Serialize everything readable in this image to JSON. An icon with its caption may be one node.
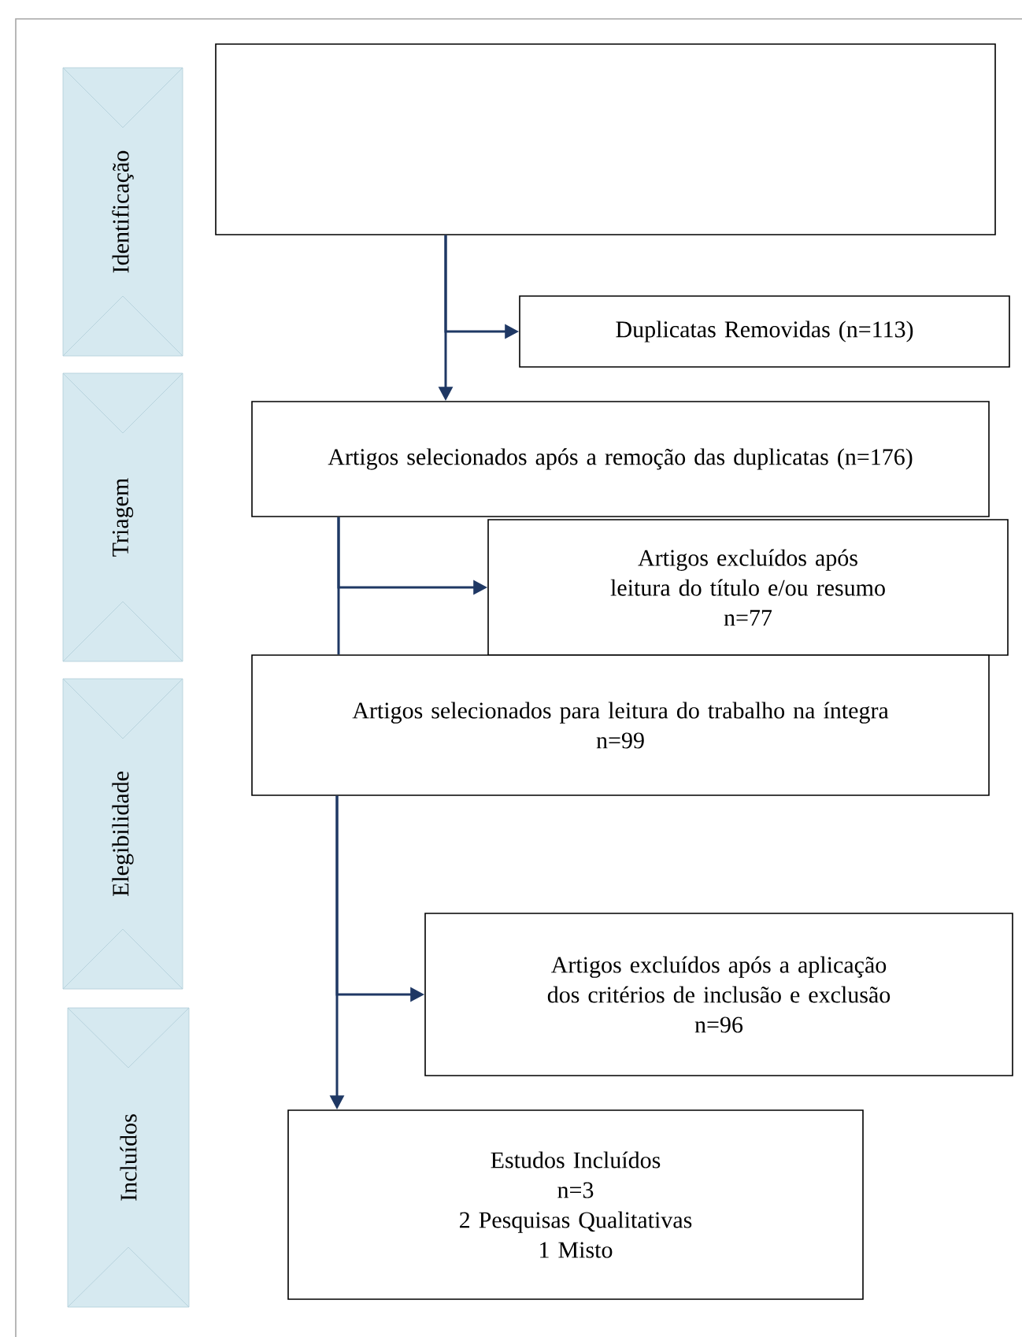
{
  "diagram": {
    "nodes": [
      {
        "text": [
          "Identificação"
        ]
      },
      {
        "text": [
          "Triagem"
        ]
      },
      {
        "text": [
          "Elegibilidade"
        ]
      },
      {
        "text": [
          "Incluídos"
        ]
      },
      {
        "text": [],
        "shape": "box"
      },
      {
        "text": [
          "Duplicatas Removidas (n=113)"
        ]
      },
      {
        "text": [
          "Artigos selecionados após a remoção das duplicatas (n=176)"
        ]
      },
      {
        "text": [
          "Artigos excluídos após leitura do título e/ou resumo",
          "n=77"
        ]
      },
      {
        "text": [
          "Artigos selecionados para leitura do trabalho na íntegra",
          "n=99"
        ]
      },
      {
        "text": [
          "Artigos excluídos após a aplicação dos critérios de inclusão e exclusão",
          "n=96"
        ]
      },
      {
        "text": [
          "Estudos Incluídos",
          "n=3",
          "2 Pesquisas Qualitativas",
          "1 Misto"
        ]
      }
    ],
    "edges": [
      {
        "from": 4,
        "to": 6,
        "arrow": "to"
      },
      {
        "from": 4,
        "to": 5,
        "arrow": "to"
      },
      {
        "from": 6,
        "to": 8,
        "arrow": "none"
      },
      {
        "from": 6,
        "to": 7,
        "arrow": "to"
      },
      {
        "from": 8,
        "to": 10,
        "arrow": "to"
      },
      {
        "from": 8,
        "to": 9,
        "arrow": "to"
      }
    ]
  }
}
